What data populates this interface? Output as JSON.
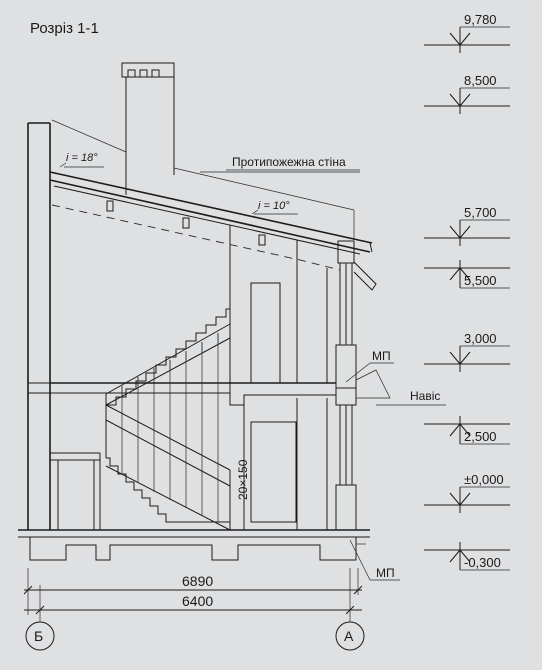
{
  "title": "Розріз 1-1",
  "levels": [
    {
      "value": "9,780",
      "dir": "down"
    },
    {
      "value": "8,500",
      "dir": "down"
    },
    {
      "value": "5,700",
      "dir": "down"
    },
    {
      "value": "5,500",
      "dir": "up"
    },
    {
      "value": "3,000",
      "dir": "down"
    },
    {
      "value": "2,500",
      "dir": "up"
    },
    {
      "value": "±0,000",
      "dir": "down"
    },
    {
      "value": "-0,300",
      "dir": "up"
    }
  ],
  "labels": {
    "firewall": "Протипожежна стіна",
    "canopy": "Навіс",
    "mp_upper": "МП",
    "mp_lower": "МП",
    "stair_size": "20×150",
    "slope_upper": "i = 18°",
    "slope_lower": "i = 10°"
  },
  "dimensions": {
    "overall": "6890",
    "axes": "6400"
  },
  "axes": {
    "left": "Б",
    "right": "А"
  }
}
